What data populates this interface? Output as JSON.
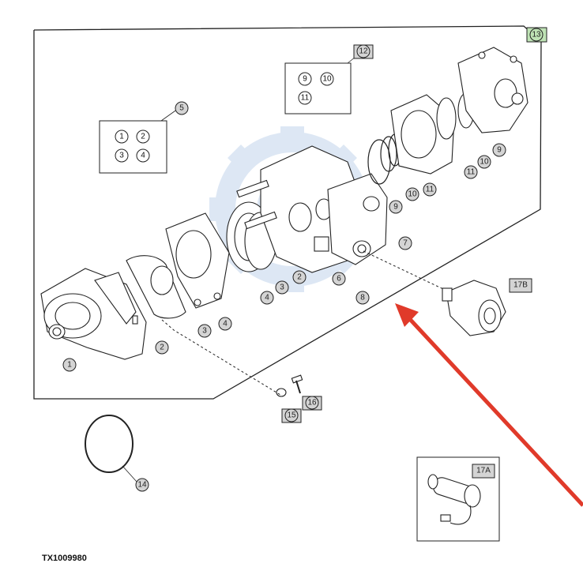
{
  "figure_id": "TX1009980",
  "callouts": {
    "c1": "1",
    "c2": "2",
    "c3": "3",
    "c4": "4",
    "c5": "5",
    "c6": "6",
    "c7": "7",
    "c8": "8",
    "c9": "9",
    "c10": "10",
    "c11": "11",
    "c12": "12",
    "c13": "13",
    "c14": "14",
    "c15": "15",
    "c16": "16",
    "c17a": "17A",
    "c17b": "17B"
  },
  "group5": [
    "1",
    "2",
    "3",
    "4"
  ],
  "group12": [
    "9",
    "10",
    "11"
  ],
  "colors": {
    "line": "#222222",
    "callout_fill": "#d4d4d4",
    "callout_13_fill": "#bfe3b5",
    "arrow": "#e03a2a",
    "watermark": "#b7cde6"
  }
}
